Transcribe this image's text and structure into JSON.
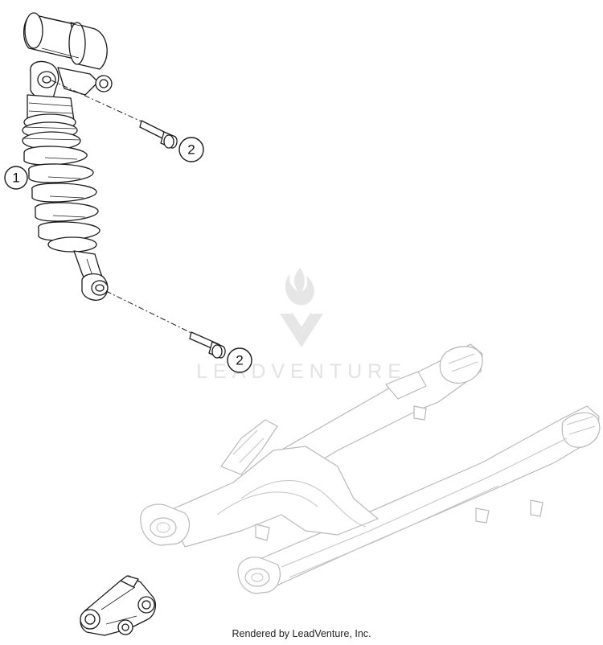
{
  "callouts": {
    "shock_absorber": "1",
    "upper_screw": "2",
    "lower_screw": "2"
  },
  "watermark": {
    "logo_text": "LEADVENTURE"
  },
  "footer": {
    "credit": "Rendered by LeadVenture, Inc."
  }
}
